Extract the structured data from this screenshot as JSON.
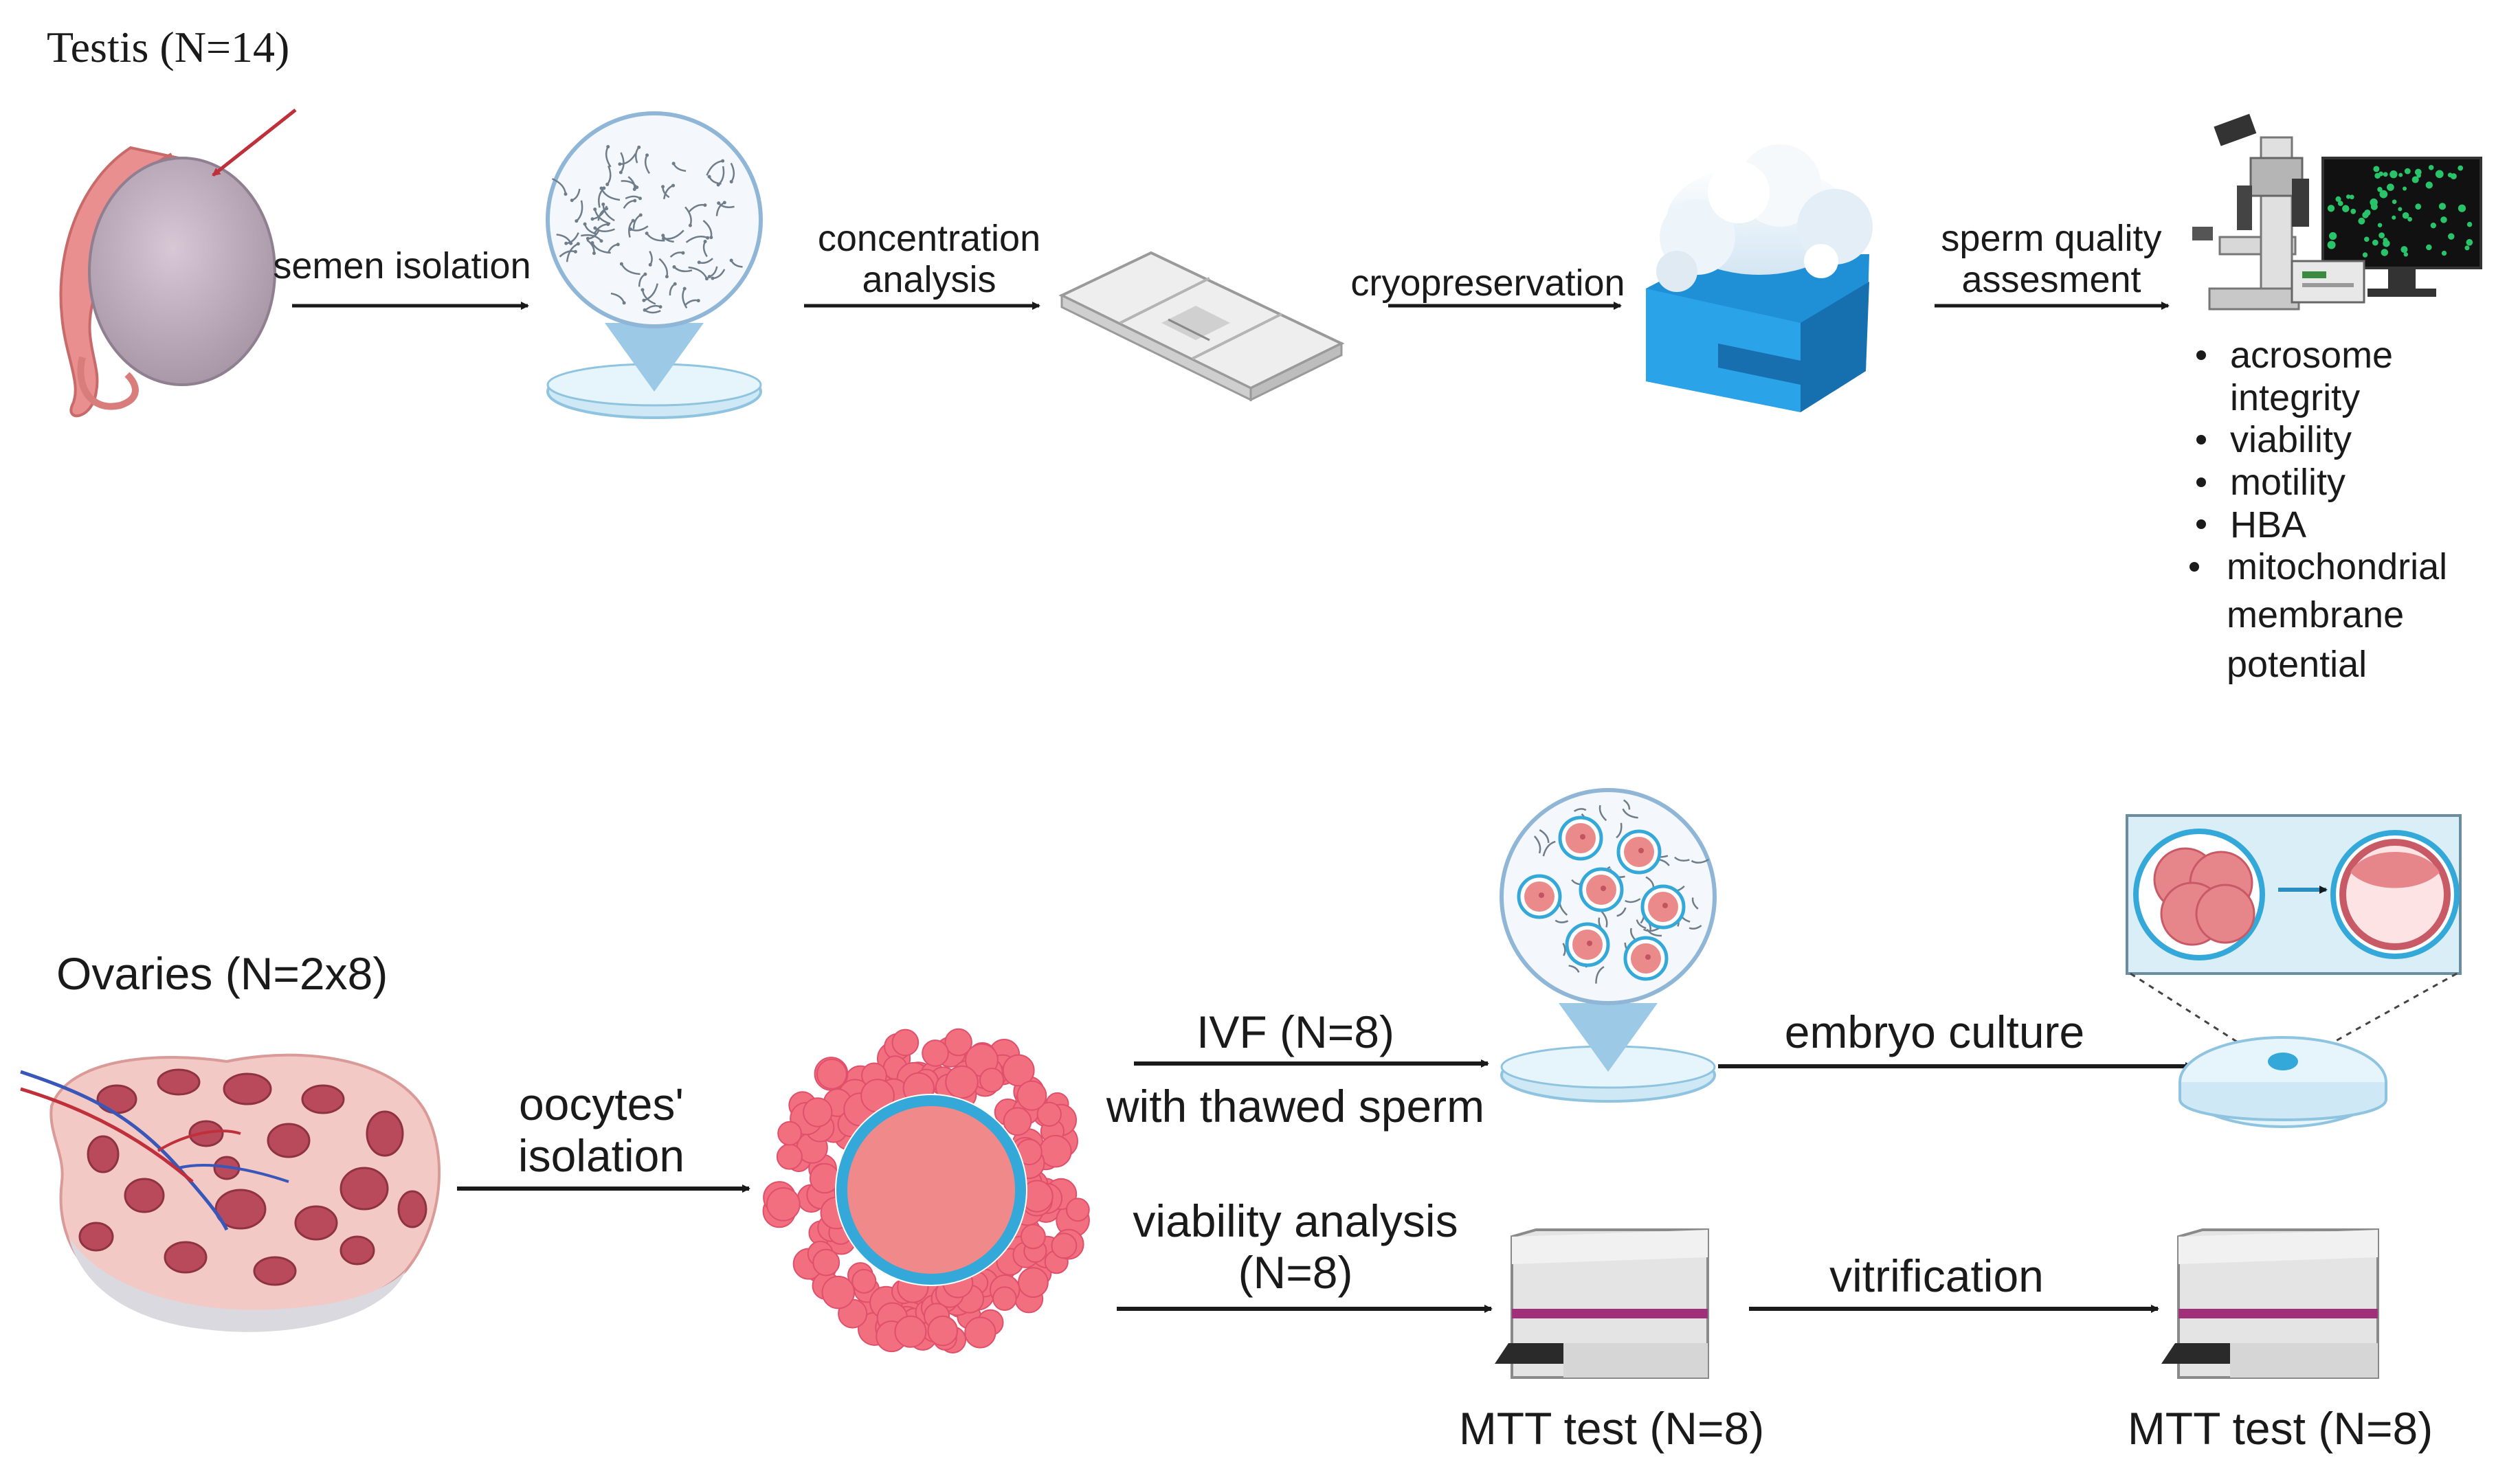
{
  "top_row": {
    "title": "Testis (N=14)",
    "steps": [
      {
        "line1": "semen isolation"
      },
      {
        "line1": "concentration",
        "line2": "analysis"
      },
      {
        "line1": "cryopreservation"
      },
      {
        "line1": "sperm quality",
        "line2": "assesment"
      }
    ],
    "assessments": [
      {
        "line1": "acrosome",
        "line2": "integrity"
      },
      {
        "line1": "viability"
      },
      {
        "line1": "motility"
      },
      {
        "line1": "HBA"
      },
      {
        "line1": "mitochondrial",
        "line2": "membrane",
        "line3": "potential"
      }
    ]
  },
  "bottom_row": {
    "title": "Ovaries (N=2x8)",
    "isolation": {
      "line1": "oocytes'",
      "line2": "isolation"
    },
    "ivf": {
      "line1": "IVF (N=8)",
      "line2": "with thawed sperm"
    },
    "embryo_culture": "embryo culture",
    "viability": {
      "line1": "viability analysis",
      "line2": "(N=8)"
    },
    "vitrification": "vitrification",
    "mtt_1": "MTT test (N=8)",
    "mtt_2": "MTT test (N=8)"
  },
  "colors": {
    "arrow": "#1a1a1a",
    "tissue_pink": "#e98f8f",
    "oocyte_pink": "#f07a85",
    "zona_blue": "#34a8d8",
    "ice_blue": "#1f8fd6",
    "dish_blue": "#cfe8f5",
    "follicle_dark": "#b94a5c"
  }
}
